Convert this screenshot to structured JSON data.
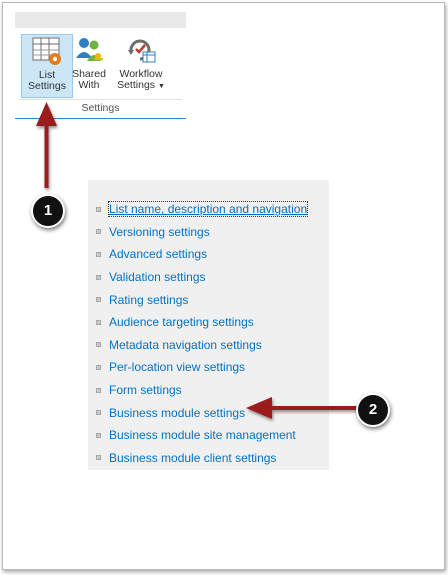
{
  "ribbon": {
    "buttons": [
      {
        "name": "list-settings-button",
        "line1": "List",
        "line2": "Settings",
        "icon": "list-settings-icon"
      },
      {
        "name": "shared-with-button",
        "line1": "Shared",
        "line2": "With",
        "icon": "shared-with-icon"
      },
      {
        "name": "workflow-settings-button",
        "line1": "Workflow",
        "line2": "Settings",
        "icon": "workflow-settings-icon"
      }
    ],
    "group_label": "Settings"
  },
  "settings_links": [
    "List name, description and navigation",
    "Versioning settings",
    "Advanced settings",
    "Validation settings",
    "Rating settings",
    "Audience targeting settings",
    "Metadata navigation settings",
    "Per-location view settings",
    "Form settings",
    "Business module settings",
    "Business module site management",
    "Business module client settings"
  ],
  "callouts": {
    "one": "1",
    "two": "2"
  },
  "colors": {
    "link": "#0072c6",
    "arrow": "#9b1b1f",
    "ribbon_accent": "#2a8dd4"
  }
}
